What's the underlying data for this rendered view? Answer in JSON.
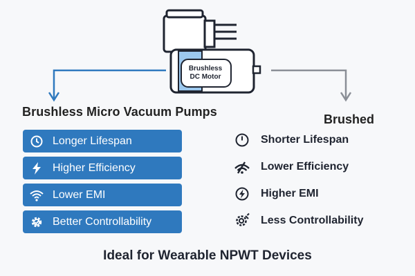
{
  "motor_label": {
    "line1": "Brushless",
    "line2": "DC Motor"
  },
  "left": {
    "heading": "Brushless Micro Vacuum Pumps",
    "items": [
      {
        "label": "Longer Lifespan",
        "icon": "clock-icon"
      },
      {
        "label": "Higher Efficiency",
        "icon": "lightning-icon"
      },
      {
        "label": "Lower EMI",
        "icon": "wifi-icon"
      },
      {
        "label": "Better Controllability",
        "icon": "gear-icon"
      }
    ],
    "accent": "#2f79be"
  },
  "right": {
    "heading": "Brushed",
    "items": [
      {
        "label": "Shorter Lifespan",
        "icon": "clock-icon"
      },
      {
        "label": "Lower Efficiency",
        "icon": "signal-icon"
      },
      {
        "label": "Higher EMI",
        "icon": "lightning-icon"
      },
      {
        "label": "Less Controllability",
        "icon": "gear-icon"
      }
    ]
  },
  "footer": "Ideal for Wearable NPWT Devices"
}
